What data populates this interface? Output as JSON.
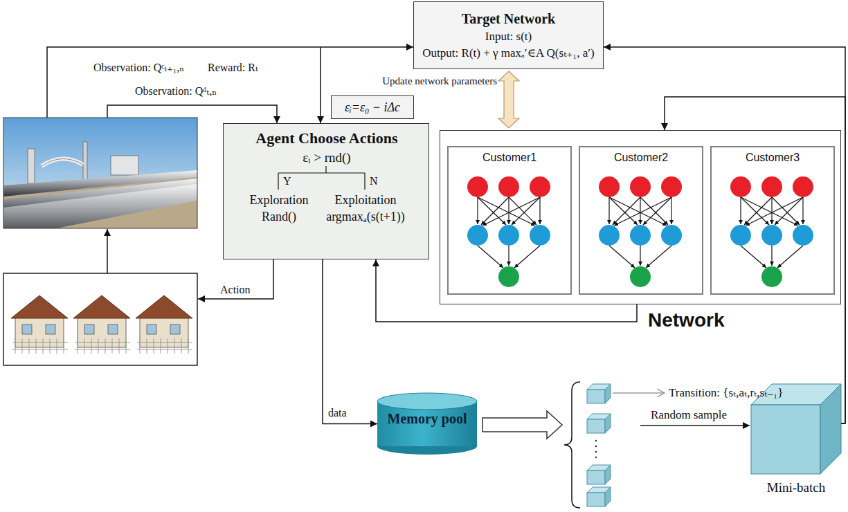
{
  "diagram": {
    "nodes": [
      {
        "text": [
          "Target Network",
          "Input: s(t)",
          "Output: R(t) + γ maxₐ′∈A Q(sₜ₊₁, a′)"
        ]
      },
      {
        "text": [
          "Agent Choose Actions",
          "εᵢ > rnd()",
          "Y",
          "Exploration",
          "Rand()",
          "N",
          "Exploitation",
          "argmaxₐ(s(t+1))"
        ]
      },
      {
        "text": [
          "εᵢ=ε₀ − iΔc"
        ]
      },
      {
        "text": [
          "Network"
        ]
      },
      {
        "text": [
          "Customer1"
        ],
        "in": 3
      },
      {
        "text": [
          "Customer2"
        ],
        "in": 3
      },
      {
        "text": [
          "Customer3"
        ],
        "in": 3
      },
      {
        "text": [
          "Memory pool"
        ]
      },
      {
        "text": [
          "Mini-batch"
        ]
      }
    ],
    "edges": [
      {
        "from": 1,
        "to": 7,
        "arrow": "to",
        "label": "data"
      },
      {
        "from": 0,
        "to": 3,
        "arrow": "both",
        "label": "Update network parameters"
      },
      {
        "from": 3,
        "to": 1,
        "arrow": "to"
      },
      {
        "from": 8,
        "to": 0,
        "arrow": "to"
      },
      {
        "from": 8,
        "to": 3,
        "arrow": "to"
      }
    ],
    "labels": [
      "Observation: Qᶜₜ₊₁,ₙ",
      "Reward: Rₜ",
      "Observation: Qᵈₜ,ₙ",
      "Action",
      "Transition: {sₜ,aₜ,rₜ,sₜ₋₁}",
      "Random sample"
    ]
  }
}
